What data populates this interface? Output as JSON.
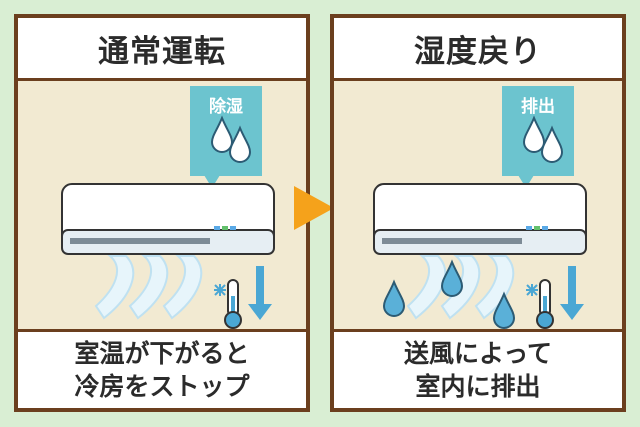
{
  "left_panel": {
    "title": "通常運転",
    "bubble_label": "除湿",
    "caption_line1": "室温が下がると",
    "caption_line2": "冷房をストップ"
  },
  "right_panel": {
    "title": "湿度戻り",
    "bubble_label": "排出",
    "caption_line1": "送風によって",
    "caption_line2": "室内に排出"
  },
  "colors": {
    "frame": "#6b3f1e",
    "panel_bg": "#f2ead2",
    "page_bg": "#d9eed3",
    "bubble": "#6cc4cf",
    "arrow": "#f5a21b",
    "down_arrow": "#4aa7d4",
    "drop": "#5ab0d8"
  },
  "icons": [
    "air-conditioner-icon",
    "water-drop-icon",
    "thermometer-icon",
    "snowflake-icon",
    "down-arrow-icon",
    "airflow-icon",
    "next-arrow-icon"
  ]
}
